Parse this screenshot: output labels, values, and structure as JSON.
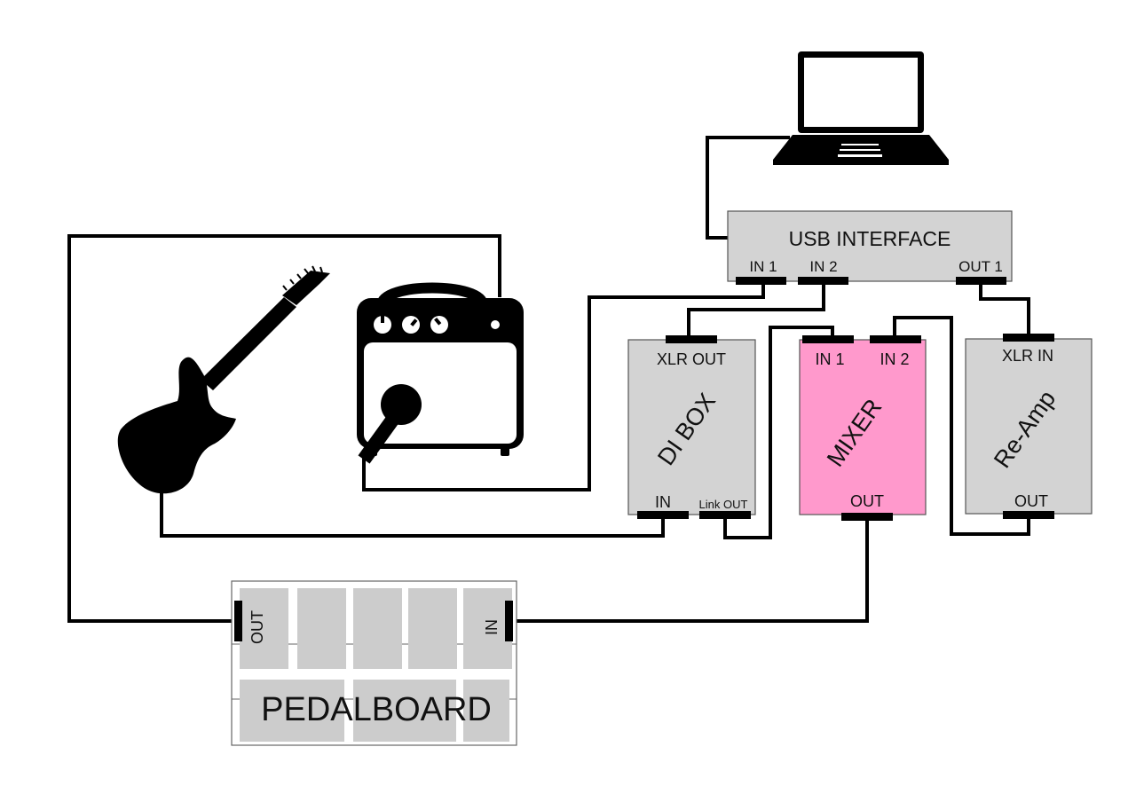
{
  "usb_interface": {
    "title": "USB INTERFACE",
    "in1": "IN 1",
    "in2": "IN 2",
    "out1": "OUT 1"
  },
  "di_box": {
    "title": "DI BOX",
    "xlr_out": "XLR OUT",
    "in": "IN",
    "link_out": "Link OUT"
  },
  "mixer": {
    "title": "MIXER",
    "in1": "IN 1",
    "in2": "IN 2",
    "out": "OUT",
    "color": "#ff99cc"
  },
  "reamp": {
    "title": "Re-Amp",
    "xlr_in": "XLR IN",
    "out": "OUT"
  },
  "pedalboard": {
    "title": "PEDALBOARD",
    "out": "OUT",
    "in": "IN"
  },
  "icons": [
    "laptop-icon",
    "guitar-icon",
    "amplifier-icon"
  ],
  "colors": {
    "device_gray": "#d3d3d3",
    "wire": "#000000"
  }
}
